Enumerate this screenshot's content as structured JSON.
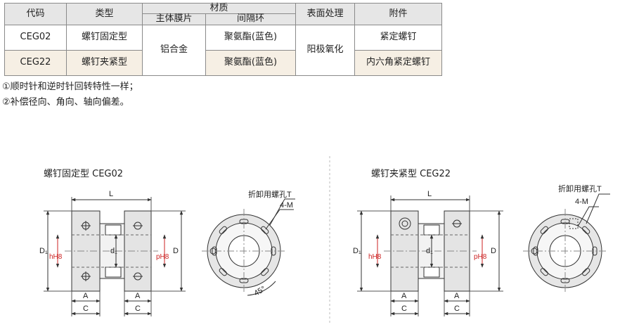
{
  "table": {
    "headers": {
      "code": "代码",
      "type": "类型",
      "material": "材质",
      "body_material": "主体膜片",
      "spacer": "间隔环",
      "surface": "表面处理",
      "accessory": "附件"
    },
    "rows": [
      {
        "code": "CEG02",
        "type": "螺钉固定型",
        "spacer": "聚氨酯(蓝色)",
        "accessory": "紧定螺钉"
      },
      {
        "code": "CEG22",
        "type": "螺钉夹紧型",
        "spacer": "聚氨酯(蓝色)",
        "accessory": "内六角紧定螺钉"
      }
    ],
    "shared": {
      "body_material": "铝合金",
      "surface": "阳极氧化"
    }
  },
  "notes": [
    "①顺时针和逆时针回转特性一样；",
    "②补偿径向、角向、轴向偏差。"
  ],
  "figures": {
    "left": {
      "title": "螺钉固定型 CEG02",
      "labels": {
        "L": "L",
        "D1": "D₁",
        "h": "hH8",
        "d1": "d₁",
        "p": "pH8",
        "D": "D",
        "A1": "A",
        "A2": "A",
        "C1": "C",
        "C2": "C"
      },
      "end_labels": {
        "hole": "折卸用螺孔T",
        "screws": "4-M",
        "angle": "45°"
      }
    },
    "right": {
      "title": "螺钉夹紧型 CEG22",
      "labels": {
        "L": "L",
        "D1": "D₁",
        "h": "hH8",
        "d1": "d₁",
        "p": "pH8",
        "D": "D",
        "A1": "A",
        "A2": "A",
        "C1": "C",
        "C2": "C"
      },
      "end_labels": {
        "hole": "折卸用螺孔T",
        "screws": "4-M"
      }
    }
  },
  "colors": {
    "header_bg": "#e6e6e6",
    "row_shade": "#f6efe4",
    "grid": "#8a8a8a",
    "accent_red": "#cc2222",
    "divider": "#bbbbbb"
  }
}
